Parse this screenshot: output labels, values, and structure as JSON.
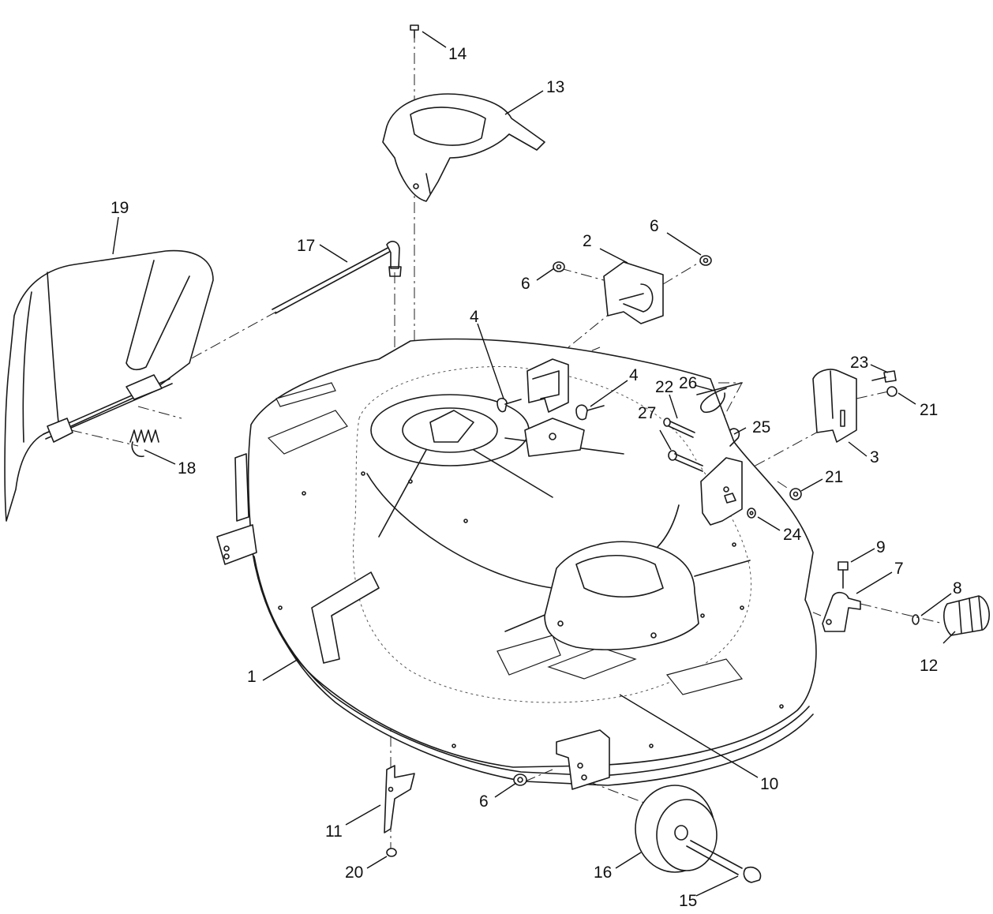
{
  "callouts": {
    "c1": "1",
    "c2": "2",
    "c3": "3",
    "c4a": "4",
    "c4b": "4",
    "c6a": "6",
    "c6b": "6",
    "c6c": "6",
    "c7": "7",
    "c8": "8",
    "c9": "9",
    "c10": "10",
    "c11": "11",
    "c12": "12",
    "c13": "13",
    "c14": "14",
    "c15": "15",
    "c16": "16",
    "c17": "17",
    "c18": "18",
    "c19": "19",
    "c20": "20",
    "c21a": "21",
    "c21b": "21",
    "c22": "22",
    "c23": "23",
    "c24": "24",
    "c25": "25",
    "c26": "26",
    "c27": "27"
  }
}
